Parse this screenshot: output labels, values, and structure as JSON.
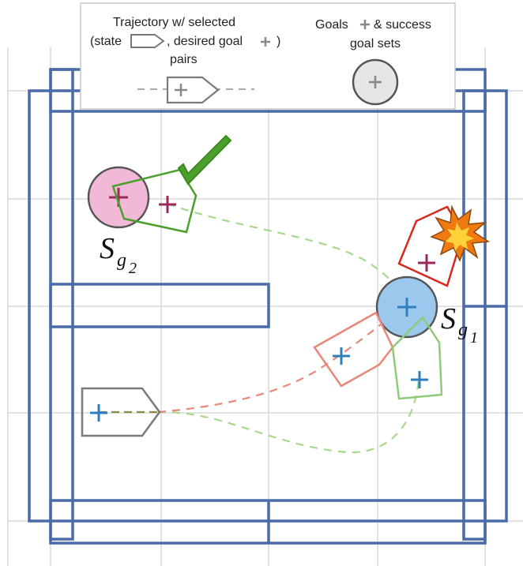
{
  "legend": {
    "trajectory_line1": "Trajectory w/ selected",
    "trajectory_line2_a": "(state",
    "trajectory_line2_b": ", desired goal",
    "trajectory_line2_c": ")",
    "trajectory_line3": "pairs",
    "goals_line1_a": "Goals",
    "goals_line1_b": "& success",
    "goals_line2": "goal sets"
  },
  "labels": {
    "goal_set_2_main": "S",
    "goal_set_2_sub": "g",
    "goal_set_2_subsub": "2",
    "goal_set_1_main": "S",
    "goal_set_1_sub": "g",
    "goal_set_1_subsub": "1"
  },
  "colors": {
    "wall": "#4a6aa8",
    "grid": "#d8d8d8",
    "goal_pink": "#f2b8d8",
    "goal_blue": "#9cc8ee",
    "green": "#5aa83c",
    "green_light": "#8ecb78",
    "salmon": "#e8877a",
    "red": "#d42a1c",
    "plus_blue": "#2f7fbf",
    "plus_maroon": "#9a2a5a",
    "start_gray": "#7a7a7a",
    "success_check": "#4aa02a"
  },
  "icons": {
    "success": "checkmark-icon",
    "failure": "explosion-icon"
  }
}
